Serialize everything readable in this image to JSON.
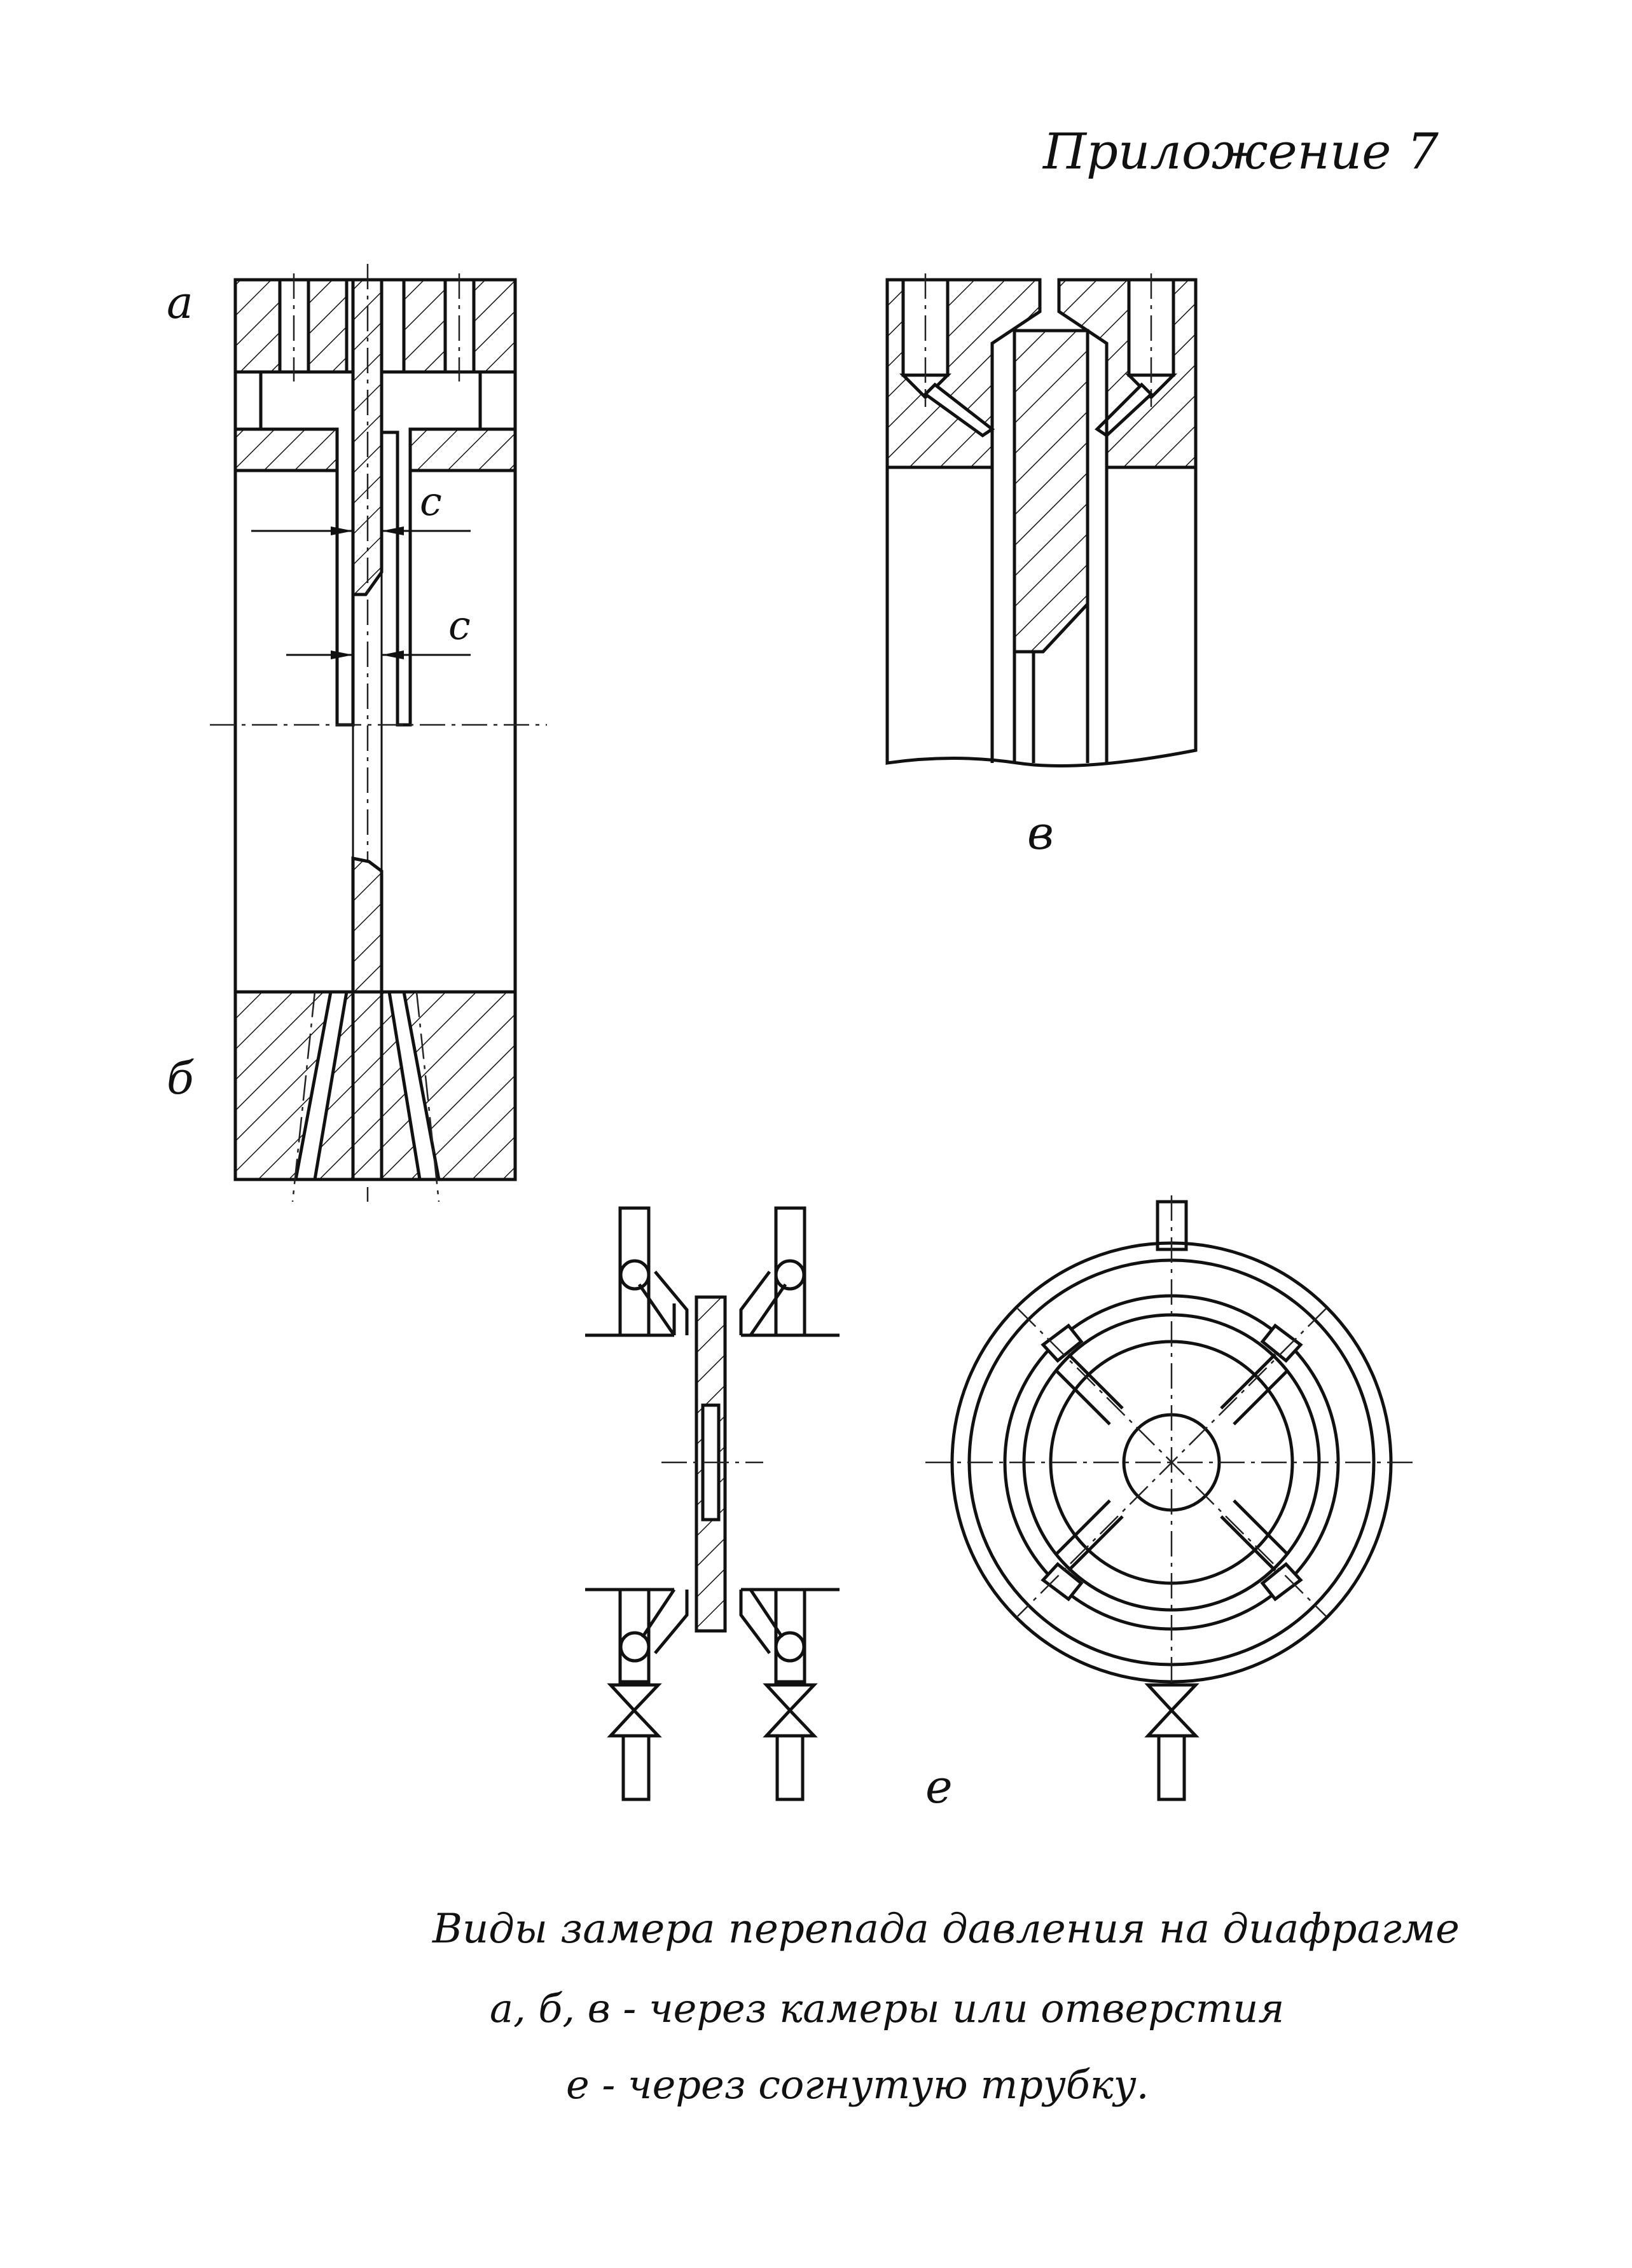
{
  "annex_title": "Приложение 7",
  "labels": {
    "a": "а",
    "b": "б",
    "v": "в",
    "g": "е",
    "c_upper": "c",
    "c_lower": "c"
  },
  "caption": {
    "title": "Виды замера перепада давления на диафрагме",
    "line1": "а, б, в - через камеры или отверстия",
    "line2": "е - через согнутую трубку."
  }
}
